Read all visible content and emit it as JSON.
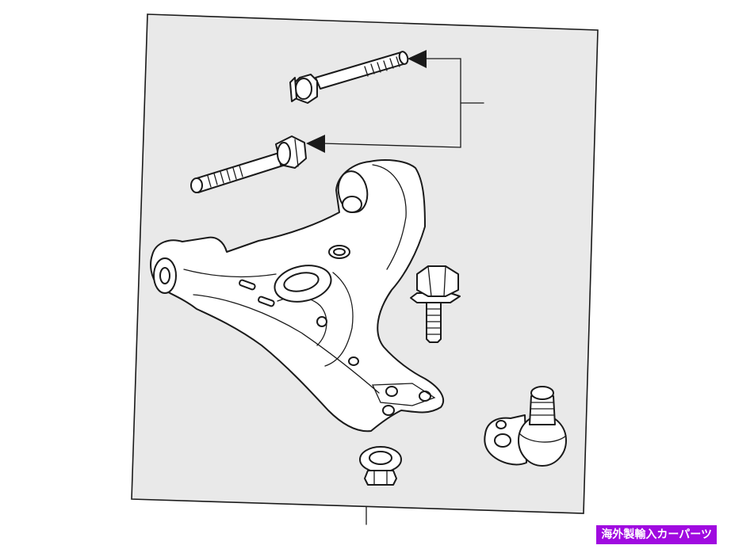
{
  "diagram": {
    "background_color": "#e9e9e9",
    "line_color": "#1a1a1a",
    "parts": [
      {
        "name": "upper-long-bolt",
        "icon": "bolt-icon"
      },
      {
        "name": "lower-long-bolt",
        "icon": "bolt-icon"
      },
      {
        "name": "lower-control-arm",
        "icon": "control-arm-icon"
      },
      {
        "name": "short-bolt",
        "icon": "bolt-icon"
      },
      {
        "name": "flange-nut",
        "icon": "nut-icon"
      },
      {
        "name": "ball-joint",
        "icon": "ball-joint-icon"
      }
    ]
  },
  "watermark": {
    "text": "海外製輸入カーパーツ",
    "background": "#a00ae0",
    "color": "#ffffff"
  }
}
